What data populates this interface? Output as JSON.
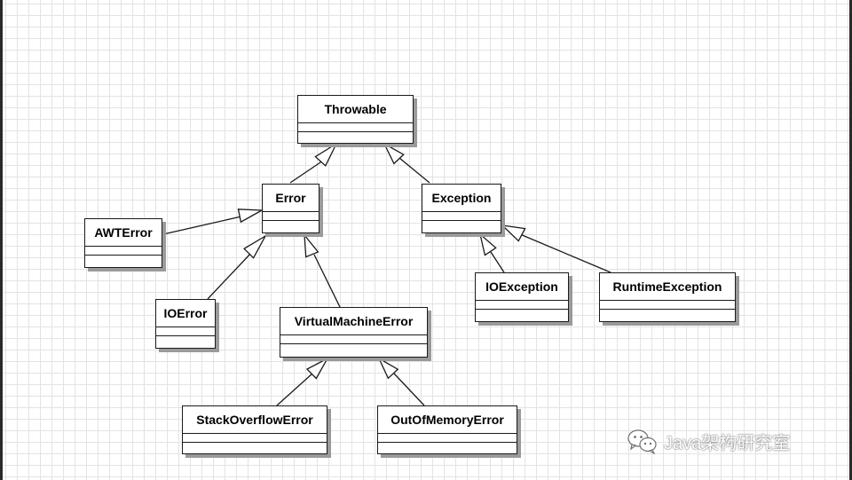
{
  "diagram": {
    "classes": {
      "throwable": "Throwable",
      "error": "Error",
      "exception": "Exception",
      "awt_error": "AWTError",
      "io_error": "IOError",
      "virtual_machine_error": "VirtualMachineError",
      "stack_overflow_error": "StackOverflowError",
      "out_of_memory_error": "OutOfMemoryError",
      "io_exception": "IOException",
      "runtime_exception": "RuntimeException"
    },
    "relations": [
      {
        "from": "Error",
        "to": "Throwable",
        "type": "generalization"
      },
      {
        "from": "Exception",
        "to": "Throwable",
        "type": "generalization"
      },
      {
        "from": "AWTError",
        "to": "Error",
        "type": "generalization"
      },
      {
        "from": "IOError",
        "to": "Error",
        "type": "generalization"
      },
      {
        "from": "VirtualMachineError",
        "to": "Error",
        "type": "generalization"
      },
      {
        "from": "StackOverflowError",
        "to": "VirtualMachineError",
        "type": "generalization"
      },
      {
        "from": "OutOfMemoryError",
        "to": "VirtualMachineError",
        "type": "generalization"
      },
      {
        "from": "IOException",
        "to": "Exception",
        "type": "generalization"
      },
      {
        "from": "RuntimeException",
        "to": "Exception",
        "type": "generalization"
      }
    ]
  },
  "watermark": {
    "icon": "wechat-icon",
    "text": "Java架构研究室"
  },
  "colors": {
    "line": "#1a1a1a",
    "grid": "#e3e3e3",
    "shadow": "#9a9a9a"
  }
}
